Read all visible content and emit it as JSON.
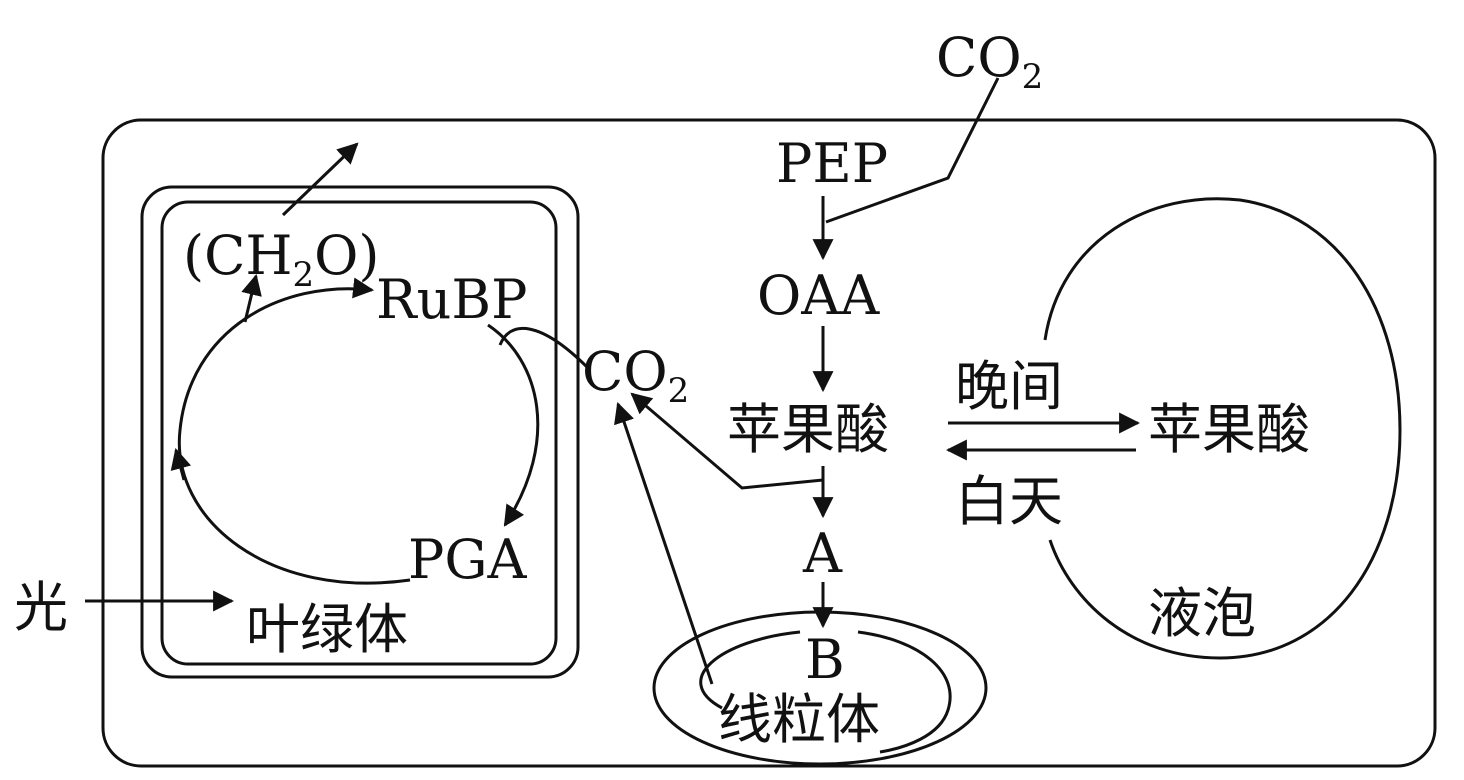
{
  "labels": {
    "co2_top": "CO",
    "co2_top_sub": "2",
    "pep": "PEP",
    "oaa": "OAA",
    "malate_cytosol": "苹果酸",
    "malate_vacuole": "苹果酸",
    "night": "晚间",
    "day": "白天",
    "a": "A",
    "b": "B",
    "mitochondrion": "线粒体",
    "vacuole": "液泡",
    "co2_mid": "CO",
    "co2_mid_sub": "2",
    "rubp": "RuBP",
    "pga": "PGA",
    "ch2o_open": "(CH",
    "ch2o_sub": "2",
    "ch2o_close": "O)",
    "light": "光",
    "chloroplast": "叶绿体"
  }
}
